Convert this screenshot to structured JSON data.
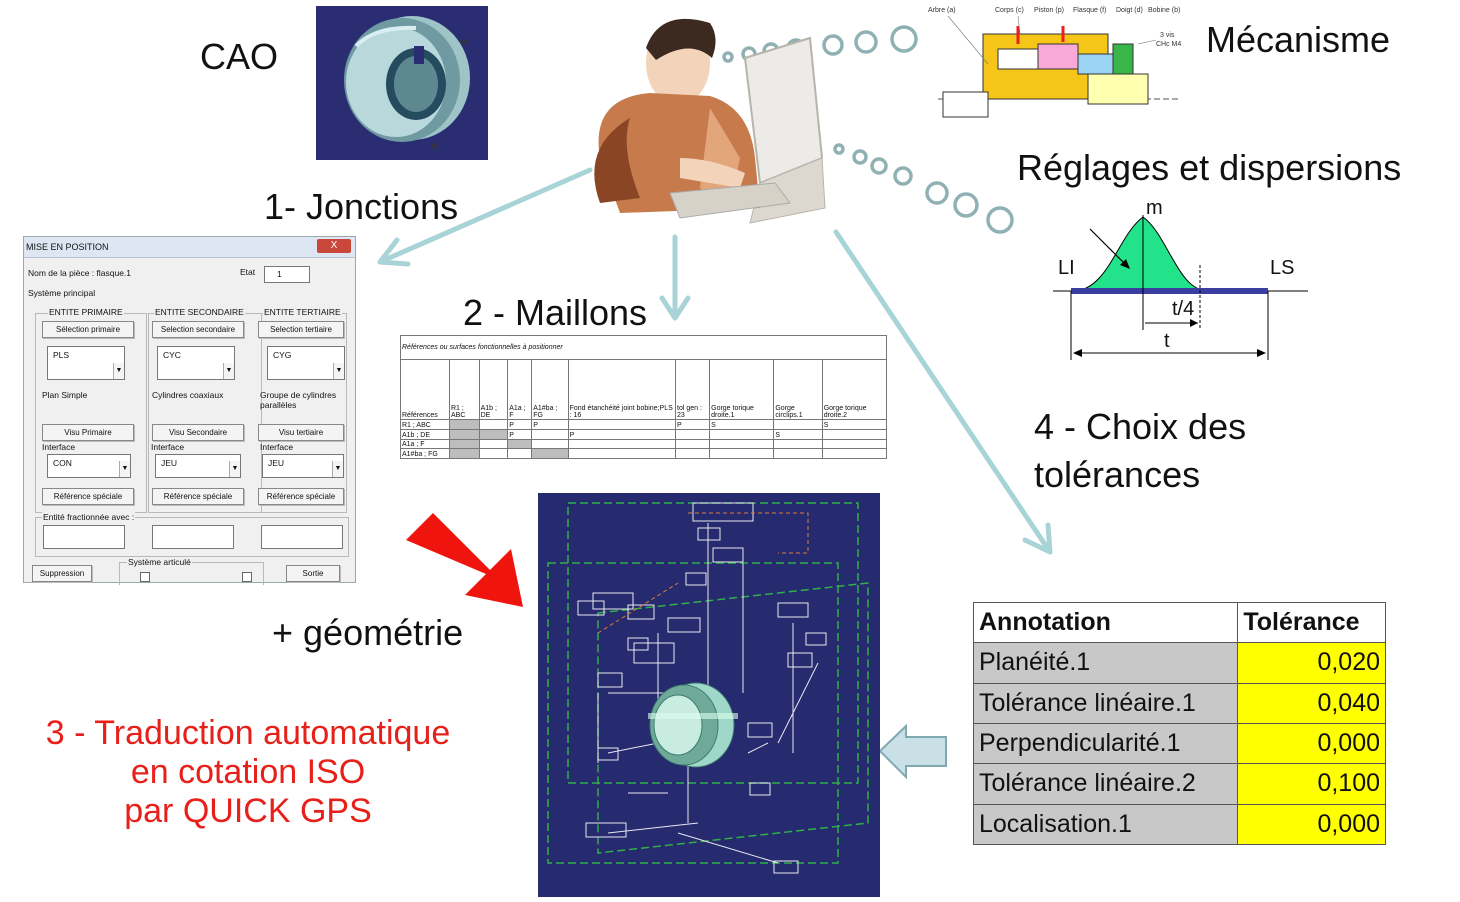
{
  "labels": {
    "cao": "CAO",
    "mecanisme": "Mécanisme",
    "reglages": "Réglages et dispersions",
    "jonctions": "1- Jonctions",
    "maillons": "2 - Maillons",
    "choix_line1": "4 - Choix des",
    "choix_line2": "tolérances",
    "geometrie": "+ géométrie",
    "traduction_line1": "3 - Traduction automatique",
    "traduction_line2": "en cotation ISO",
    "traduction_line3": "par QUICK GPS"
  },
  "mechanism_labels": [
    "Arbre (a)",
    "Corps (c)",
    "Piston (p)",
    "Flasque (f)",
    "Doigt (d)",
    "Bobine (b)",
    "3 vis",
    "CHc M4"
  ],
  "distribution": {
    "m": "m",
    "li": "LI",
    "ls": "LS",
    "t4": "t/4",
    "t": "t"
  },
  "dialog": {
    "title": "MISE EN POSITION",
    "close": "X",
    "piece_label": "Nom de la pièce : flasque.1",
    "etat_label": "Etat",
    "etat_value": "1",
    "systeme": "Système principal",
    "columns": [
      {
        "header": "ENTITE PRIMAIRE",
        "select": "Sélection primaire",
        "combo": "PLS",
        "desc": "Plan Simple",
        "visu": "Visu Primaire",
        "interface": "Interface",
        "interface_value": "CON",
        "ref": "Référence spéciale"
      },
      {
        "header": "ENTITE SECONDAIRE",
        "select": "Selection secondaire",
        "combo": "CYC",
        "desc": "Cylindres coaxiaux",
        "visu": "Visu Secondaire",
        "interface": "Interface",
        "interface_value": "JEU",
        "ref": "Référence spéciale"
      },
      {
        "header": "ENTITE TERTIAIRE",
        "select": "Selection tertiaire",
        "combo": "CYG",
        "desc": "Groupe de cylindres parallèles",
        "visu": "Visu tertiaire",
        "interface": "Interface",
        "interface_value": "JEU",
        "ref": "Référence spéciale"
      }
    ],
    "fraction_label": "Entité fractionnée avec :",
    "suppression": "Suppression",
    "articule": "Système articulé",
    "sortie": "Sortie"
  },
  "ref_table": {
    "caption": "Références ou surfaces fonctionnelles à positionner",
    "headers": [
      "Références",
      "R1 ; ABC",
      "A1b ; DE",
      "A1a ; F",
      "A1#ba ; FG",
      "Fond étanchéité joint bobine;PLS : 16",
      "tol gen : 23",
      "Gorge torique droite.1",
      "Gorge circlips.1",
      "Gorge torique droite.2"
    ],
    "rows": [
      [
        "R1 ; ABC",
        "#",
        "",
        "P",
        "P",
        "",
        "P",
        "S",
        "",
        "S"
      ],
      [
        "A1b ; DE",
        "#",
        "#",
        "P",
        "",
        "P",
        "",
        "",
        "S",
        ""
      ],
      [
        "A1a ; F",
        "#",
        "",
        "#",
        "",
        "",
        "",
        "",
        "",
        ""
      ],
      [
        "A1#ba ; FG",
        "#",
        "",
        "",
        "#",
        "",
        "",
        "",
        "",
        ""
      ]
    ]
  },
  "tolerance_table": {
    "headers": [
      "Annotation",
      "Tolérance"
    ],
    "rows": [
      [
        "Planéité.1",
        "0,020"
      ],
      [
        "Tolérance linéaire.1",
        "0,040"
      ],
      [
        "Perpendicularité.1",
        "0,000"
      ],
      [
        "Tolérance linéaire.2",
        "0,100"
      ],
      [
        "Localisation.1",
        "0,000"
      ]
    ]
  },
  "colors": {
    "red": "#e8201a",
    "arrow": "#a8d4d8",
    "bell": "#22e28a",
    "axis": "#3a3ea0",
    "cad_bg": "#2b2d73",
    "tolerance_fill": "#ffff00"
  }
}
